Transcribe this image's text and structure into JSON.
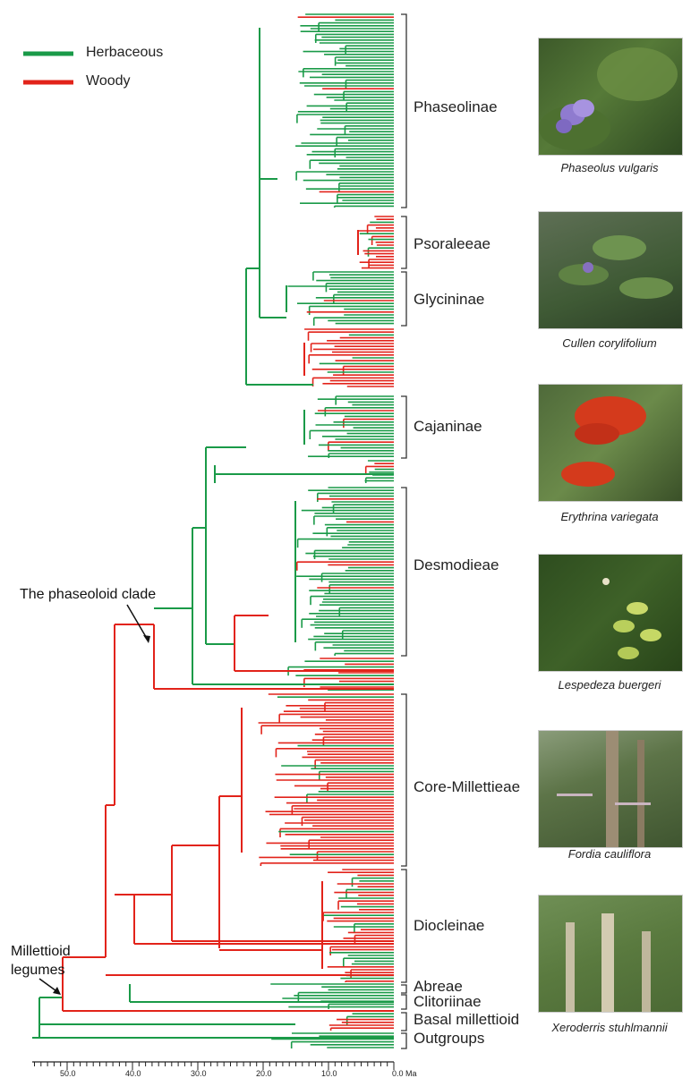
{
  "legend": {
    "items": [
      {
        "label": "Herbaceous",
        "color": "#1a9a48"
      },
      {
        "label": "Woody",
        "color": "#e2231a"
      }
    ]
  },
  "annotations": {
    "phaseoloid": "The phaseoloid clade",
    "millettioid_line1": "Millettioid",
    "millettioid_line2": "legumes"
  },
  "clades": [
    "Phaseolinae",
    "Psoraleeae",
    "Glycininae",
    "Cajaninae",
    "Desmodieae",
    "Core-Millettieae",
    "Diocleinae",
    "Abreae",
    "Clitoriinae",
    "Basal millettioid",
    "Outgroups"
  ],
  "axis": {
    "ticks": [
      "50.0",
      "40.0",
      "30.0",
      "20.0",
      "10.0",
      "0.0 Ma"
    ]
  },
  "photos": [
    {
      "caption": "Phaseolus vulgaris",
      "subject": "purple-flower-leaves"
    },
    {
      "caption": "Cullen corylifolium",
      "subject": "green-shrub-purple-bud"
    },
    {
      "caption": "Erythrina variegata",
      "subject": "red-flower-cluster"
    },
    {
      "caption": "Lespedeza buergeri",
      "subject": "yellow-green-leaves"
    },
    {
      "caption": "Fordia cauliflora",
      "subject": "tree-trunk-flowers"
    },
    {
      "caption": "Xeroderris stuhlmannii",
      "subject": "forest-trunks"
    }
  ]
}
